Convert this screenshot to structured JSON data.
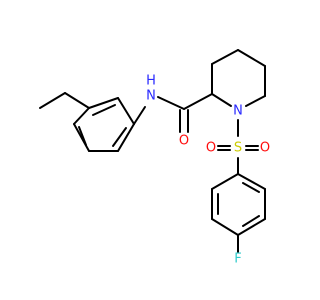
{
  "molecule": {
    "atoms": {
      "n_amide": {
        "text": "N",
        "color": "#2929ff"
      },
      "h_amide": {
        "text": "H",
        "color": "#2929ff"
      },
      "o_carbonyl": {
        "text": "O",
        "color": "#ff0d0d"
      },
      "n_ring": {
        "text": "N",
        "color": "#2929ff"
      },
      "s_sulfonyl": {
        "text": "S",
        "color": "#cccc00"
      },
      "o_sulfonyl_left": {
        "text": "O",
        "color": "#ff0d0d"
      },
      "o_sulfonyl_right": {
        "text": "O",
        "color": "#ff0d0d"
      },
      "f_para": {
        "text": "F",
        "color": "#33cccc"
      }
    }
  }
}
